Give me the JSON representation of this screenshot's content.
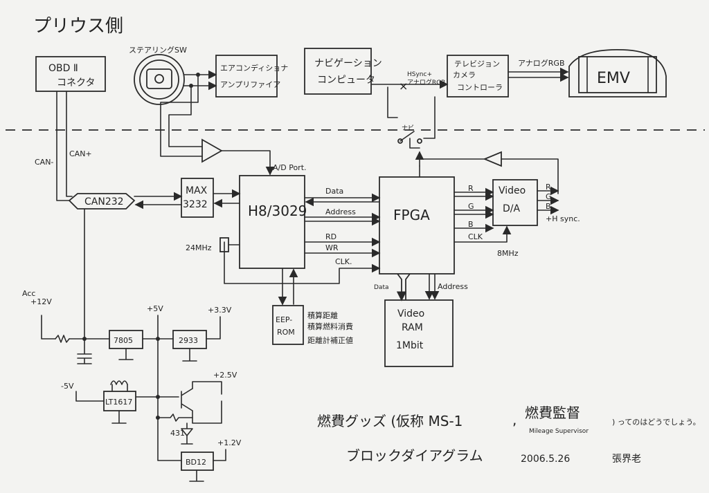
{
  "title": "プリウス側",
  "blocks": {
    "obd": [
      "OBD Ⅱ",
      "コネクタ"
    ],
    "steering": "ステアリングSW",
    "aircon": [
      "エアコンディショナ",
      "アンプリファイア"
    ],
    "navi": [
      "ナビゲーション",
      "コンピュータ"
    ],
    "tvcam": [
      "テレビジョン",
      "カメラ",
      "コントローラ"
    ],
    "emv": "EMV",
    "can232": "CAN232",
    "max3232": [
      "MAX",
      "3232"
    ],
    "h8": "H8/3029",
    "fpga": "FPGA",
    "vdac": [
      "Video",
      "D/A"
    ],
    "vram": [
      "Video",
      "RAM",
      "1Mbit"
    ],
    "eeprom": [
      "EEP-",
      "ROM"
    ],
    "reg7805": "7805",
    "reg2933": "2933",
    "lt1617": "LT1617",
    "bd12": "BD12"
  },
  "labels": {
    "can_minus": "CAN-",
    "can_plus": "CAN+",
    "ad_port": "A/D Port.",
    "data": "Data",
    "address": "Address",
    "rd": "RD",
    "wr": "WR",
    "clk_upper": "CLK.",
    "clk": "CLK",
    "r": "R",
    "g": "G",
    "b": "B",
    "hsync_out": "+H sync.",
    "xtal_24": "24MHz",
    "xtal_8": "8MHz",
    "navi_sig": "ナビ",
    "hsync_rgb": [
      "HSync+",
      "アナログRGB"
    ],
    "analog_rgb": "アナログRGB",
    "vram_data": "Data",
    "vram_address": "Address",
    "acc": "Acc",
    "plus12": "+12V",
    "plus5": "+5V",
    "plus33": "+3.3V",
    "plus25": "+2.5V",
    "minus5": "-5V",
    "plus12v": "+1.2V",
    "r431": "431",
    "eeprom_notes": [
      "積算距離",
      "積算燃料消費",
      "距離計補正値"
    ]
  },
  "footer": {
    "line1": "燃費グッズ (仮称 MS-1",
    "comma": ",",
    "alt_name": "燃費監督",
    "alt_sub": "Mileage Supervisor",
    "tail": ") ってのはどうでしょう。",
    "line2": "ブロックダイアグラム",
    "date": "2006.5.26",
    "author": "張界老"
  }
}
